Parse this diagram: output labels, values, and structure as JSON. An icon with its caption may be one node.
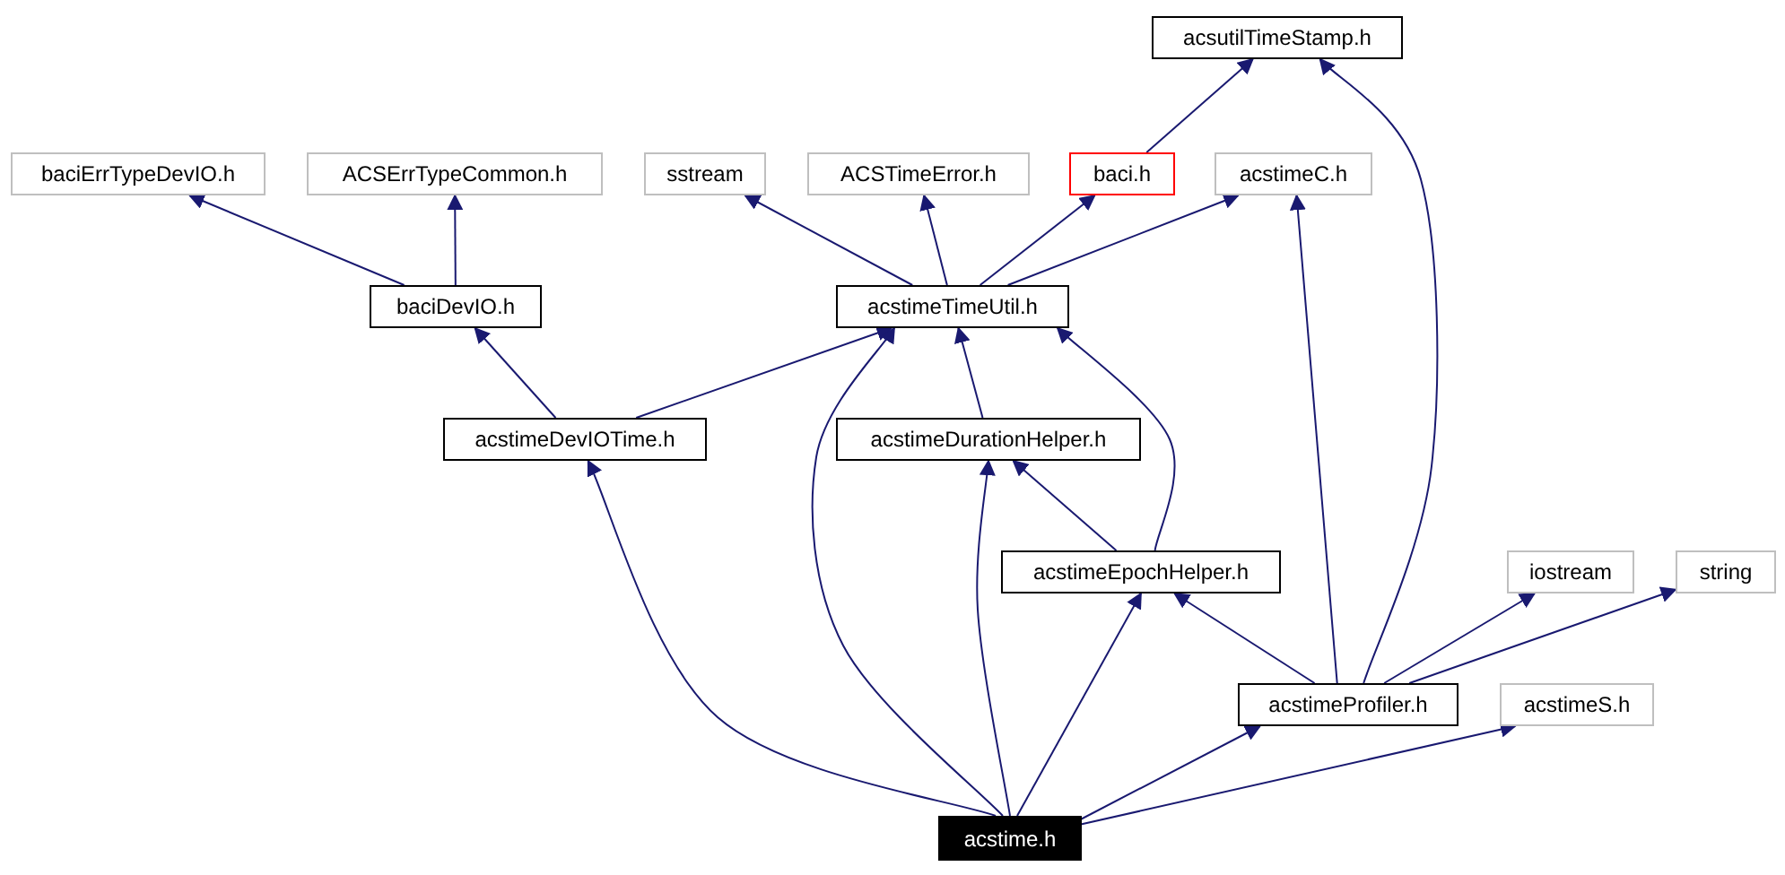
{
  "diagram": {
    "nodes": [
      {
        "text": [
          "acsutilTimeStamp.h"
        ]
      },
      {
        "text": [
          "baciErrTypeDevIO.h"
        ]
      },
      {
        "text": [
          "ACSErrTypeCommon.h"
        ]
      },
      {
        "text": [
          "sstream"
        ]
      },
      {
        "text": [
          "ACSTimeError.h"
        ]
      },
      {
        "text": [
          "baci.h"
        ]
      },
      {
        "text": [
          "acstimeC.h"
        ]
      },
      {
        "text": [
          "baciDevIO.h"
        ]
      },
      {
        "text": [
          "acstimeTimeUtil.h"
        ]
      },
      {
        "text": [
          "acstimeDevIOTime.h"
        ]
      },
      {
        "text": [
          "acstimeDurationHelper.h"
        ]
      },
      {
        "text": [
          "acstimeEpochHelper.h"
        ]
      },
      {
        "text": [
          "iostream"
        ]
      },
      {
        "text": [
          "string"
        ]
      },
      {
        "text": [
          "acstimeProfiler.h"
        ]
      },
      {
        "text": [
          "acstimeS.h"
        ]
      },
      {
        "text": [
          "acstime.h"
        ]
      }
    ],
    "edges": [
      {
        "from": 5,
        "to": 0,
        "arrow": "to"
      },
      {
        "from": 14,
        "to": 0,
        "arrow": "to"
      },
      {
        "from": 7,
        "to": 1,
        "arrow": "to"
      },
      {
        "from": 7,
        "to": 2,
        "arrow": "to"
      },
      {
        "from": 8,
        "to": 3,
        "arrow": "to"
      },
      {
        "from": 8,
        "to": 4,
        "arrow": "to"
      },
      {
        "from": 8,
        "to": 5,
        "arrow": "to"
      },
      {
        "from": 8,
        "to": 6,
        "arrow": "to"
      },
      {
        "from": 9,
        "to": 7,
        "arrow": "to"
      },
      {
        "from": 9,
        "to": 8,
        "arrow": "to"
      },
      {
        "from": 10,
        "to": 8,
        "arrow": "to"
      },
      {
        "from": 11,
        "to": 10,
        "arrow": "to"
      },
      {
        "from": 11,
        "to": 8,
        "arrow": "to"
      },
      {
        "from": 14,
        "to": 11,
        "arrow": "to"
      },
      {
        "from": 14,
        "to": 6,
        "arrow": "to"
      },
      {
        "from": 14,
        "to": 12,
        "arrow": "to"
      },
      {
        "from": 14,
        "to": 13,
        "arrow": "to"
      },
      {
        "from": 16,
        "to": 9,
        "arrow": "to"
      },
      {
        "from": 16,
        "to": 8,
        "arrow": "to"
      },
      {
        "from": 16,
        "to": 10,
        "arrow": "to"
      },
      {
        "from": 16,
        "to": 11,
        "arrow": "to"
      },
      {
        "from": 16,
        "to": 14,
        "arrow": "to"
      },
      {
        "from": 16,
        "to": 15,
        "arrow": "to"
      }
    ]
  }
}
